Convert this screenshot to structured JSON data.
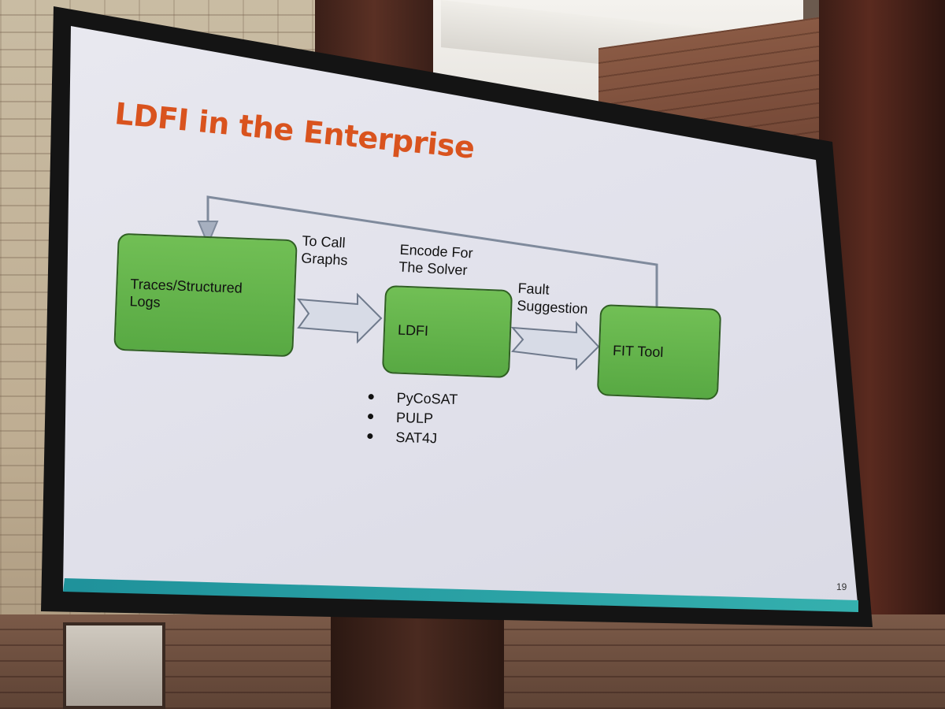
{
  "slide": {
    "title": "LDFI in the Enterprise",
    "page_number": "19",
    "boxes": {
      "traces_line1": "Traces/Structured",
      "traces_line2": "Logs",
      "ldfi": "LDFI",
      "fit_tool": "FIT Tool"
    },
    "labels": {
      "to_call_line1": "To Call",
      "to_call_line2": "Graphs",
      "encode_line1": "Encode For",
      "encode_line2": "The Solver",
      "fault_line1": "Fault",
      "fault_line2": "Suggestion"
    },
    "solvers": [
      "PyCoSAT",
      "PULP",
      "SAT4J"
    ]
  },
  "colors": {
    "title": "#d9531e",
    "box_fill": "#5fb247",
    "box_border": "#2f5f22",
    "arrow_fill": "#d7dbe6",
    "footer_bar": "#2aa3a6"
  }
}
